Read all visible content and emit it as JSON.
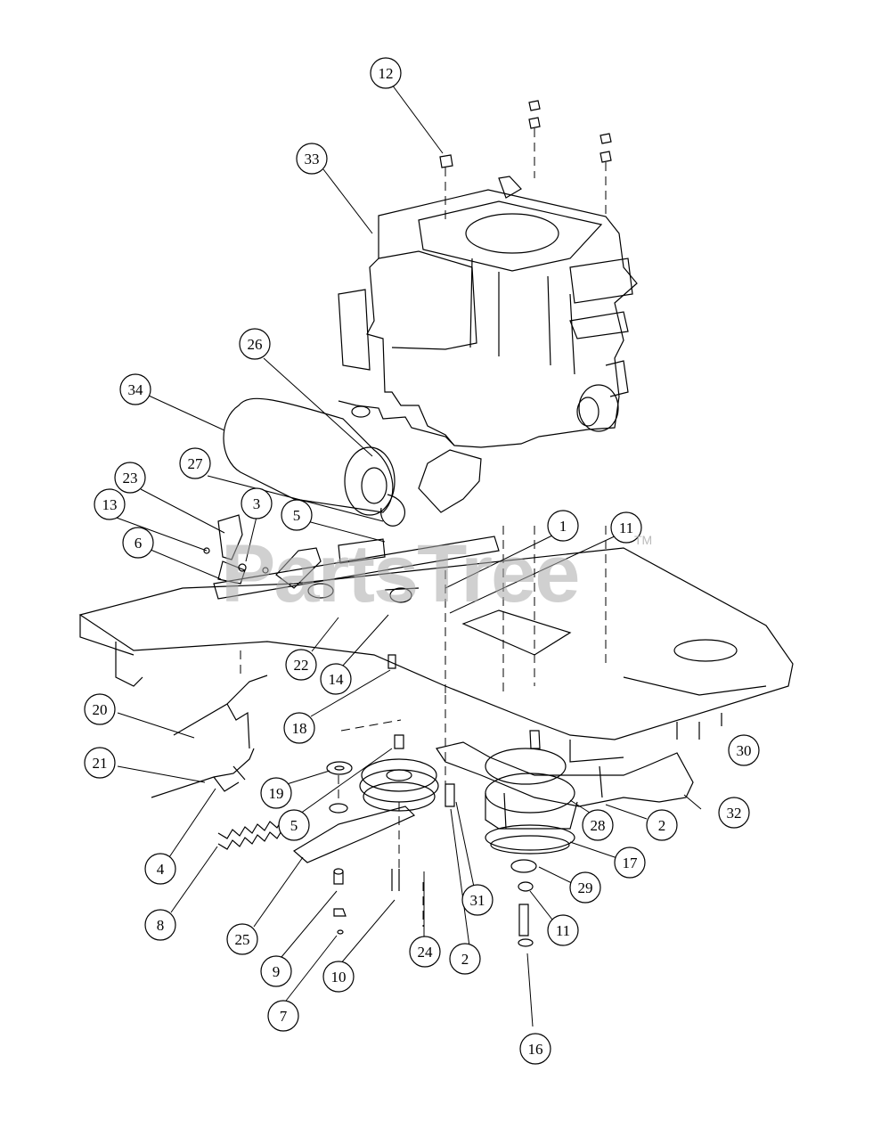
{
  "watermark": {
    "text": "PartsTree",
    "trademark": "TM"
  },
  "callouts": [
    {
      "label": "12",
      "part": "nut"
    },
    {
      "label": "33",
      "part": "engine"
    },
    {
      "label": "34",
      "part": "muffler"
    },
    {
      "label": "26",
      "part": "muffler-bracket"
    },
    {
      "label": "27",
      "part": "exhaust-pipe"
    },
    {
      "label": "23",
      "part": "pivot-bracket"
    },
    {
      "label": "13",
      "part": "screw"
    },
    {
      "label": "6",
      "part": "bolt"
    },
    {
      "label": "3",
      "part": "clip"
    },
    {
      "label": "5",
      "part": "nut"
    },
    {
      "label": "1",
      "part": "washer"
    },
    {
      "label": "11",
      "part": "washer"
    },
    {
      "label": "22",
      "part": "idler-arm"
    },
    {
      "label": "14",
      "part": "spacer"
    },
    {
      "label": "18",
      "part": "spacer"
    },
    {
      "label": "20",
      "part": "throttle-cable"
    },
    {
      "label": "21",
      "part": "choke-cable"
    },
    {
      "label": "30",
      "part": "frame"
    },
    {
      "label": "19",
      "part": "washer"
    },
    {
      "label": "5",
      "part": "nut"
    },
    {
      "label": "32",
      "part": "belt"
    },
    {
      "label": "2",
      "part": "bolt"
    },
    {
      "label": "28",
      "part": "clutch"
    },
    {
      "label": "17",
      "part": "pulley"
    },
    {
      "label": "29",
      "part": "washer"
    },
    {
      "label": "4",
      "part": "clip"
    },
    {
      "label": "8",
      "part": "spring"
    },
    {
      "label": "25",
      "part": "idler-bracket"
    },
    {
      "label": "31",
      "part": "bolt"
    },
    {
      "label": "11",
      "part": "washer"
    },
    {
      "label": "9",
      "part": "spacer"
    },
    {
      "label": "24",
      "part": "pulley"
    },
    {
      "label": "2",
      "part": "bolt"
    },
    {
      "label": "10",
      "part": "bolt"
    },
    {
      "label": "7",
      "part": "nut"
    },
    {
      "label": "16",
      "part": "bolt"
    }
  ]
}
